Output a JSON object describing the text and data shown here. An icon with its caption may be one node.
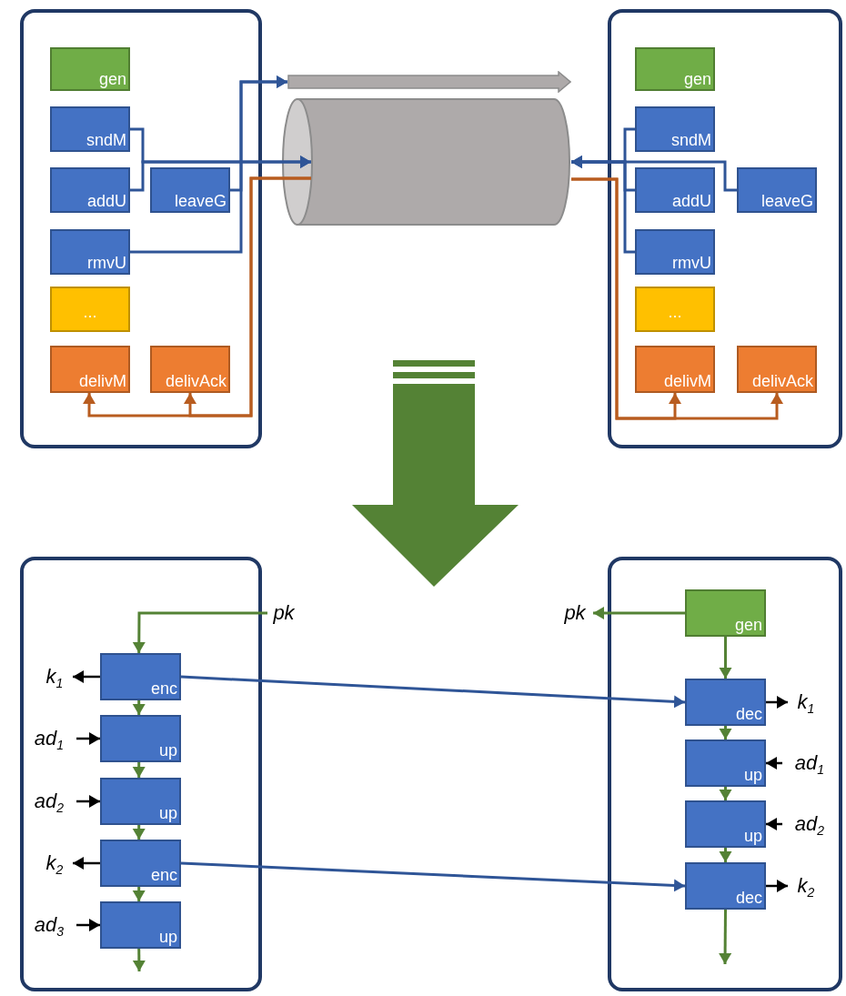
{
  "diagram": {
    "nodes": [
      {
        "text": [],
        "shape": "box"
      },
      {
        "text": [
          "gen"
        ],
        "in": 0
      },
      {
        "text": [
          "sndM"
        ],
        "in": 0
      },
      {
        "text": [
          "addU"
        ],
        "in": 0
      },
      {
        "text": [
          "leaveG"
        ],
        "in": 0
      },
      {
        "text": [
          "rmvU"
        ],
        "in": 0
      },
      {
        "text": [
          "..."
        ],
        "in": 0
      },
      {
        "text": [
          "delivM"
        ],
        "in": 0
      },
      {
        "text": [
          "delivAck"
        ],
        "in": 0
      },
      {
        "text": [],
        "shape": "arrow"
      },
      {
        "text": [],
        "shape": "cylinder"
      },
      {
        "text": [],
        "shape": "box"
      },
      {
        "text": [
          "gen"
        ],
        "in": 11
      },
      {
        "text": [
          "sndM"
        ],
        "in": 11
      },
      {
        "text": [
          "addU"
        ],
        "in": 11
      },
      {
        "text": [
          "leaveG"
        ],
        "in": 11
      },
      {
        "text": [
          "rmvU"
        ],
        "in": 11
      },
      {
        "text": [
          "..."
        ],
        "in": 11
      },
      {
        "text": [
          "delivM"
        ],
        "in": 11
      },
      {
        "text": [
          "delivAck"
        ],
        "in": 11
      },
      {
        "text": [],
        "shape": "box"
      },
      {
        "text": [
          "pk"
        ]
      },
      {
        "text": [
          "k$_{1}$"
        ],
        "in": 20
      },
      {
        "text": [
          "enc"
        ],
        "in": 20
      },
      {
        "text": [
          "ad$_{1}$"
        ],
        "in": 20
      },
      {
        "text": [
          "up"
        ],
        "in": 20
      },
      {
        "text": [
          "ad$_{2}$"
        ],
        "in": 20
      },
      {
        "text": [
          "up"
        ],
        "in": 20
      },
      {
        "text": [
          "k$_{2}$"
        ],
        "in": 20
      },
      {
        "text": [
          "enc"
        ],
        "in": 20
      },
      {
        "text": [
          "ad$_{3}$"
        ],
        "in": 20
      },
      {
        "text": [
          "up"
        ],
        "in": 20
      },
      {
        "text": [],
        "shape": "box"
      },
      {
        "text": [
          "pk"
        ]
      },
      {
        "text": [
          "gen"
        ],
        "in": 32
      },
      {
        "text": [
          "dec"
        ],
        "in": 32
      },
      {
        "text": [
          "k$_{1}$"
        ],
        "in": 32
      },
      {
        "text": [
          "up"
        ],
        "in": 32
      },
      {
        "text": [
          "ad$_{1}$"
        ],
        "in": 32
      },
      {
        "text": [
          "up"
        ],
        "in": 32
      },
      {
        "text": [
          "ad$_{2}$"
        ],
        "in": 32
      },
      {
        "text": [
          "dec"
        ],
        "in": 32
      },
      {
        "text": [
          "k$_{2}$"
        ],
        "in": 32
      }
    ],
    "edges": [
      {
        "from": 2,
        "to": 10,
        "arrow": "to",
        "color": "#2f5597"
      },
      {
        "from": 3,
        "to": 10,
        "arrow": "to",
        "color": "#2f5597"
      },
      {
        "from": 4,
        "to": 9,
        "arrow": "to",
        "color": "#2f5597"
      },
      {
        "from": 5,
        "to": 9,
        "arrow": "to",
        "color": "#2f5597"
      },
      {
        "from": 10,
        "to": 7,
        "arrow": "to",
        "color": "#b85c1f"
      },
      {
        "from": 10,
        "to": 8,
        "arrow": "to",
        "color": "#b85c1f"
      },
      {
        "from": 13,
        "to": 10,
        "arrow": "to",
        "color": "#2f5597"
      },
      {
        "from": 14,
        "to": 10,
        "arrow": "to",
        "color": "#2f5597"
      },
      {
        "from": 16,
        "to": 10,
        "arrow": "to",
        "color": "#2f5597"
      },
      {
        "from": 15,
        "to": 10,
        "arrow": "to",
        "color": "#2f5597"
      },
      {
        "from": 10,
        "to": 18,
        "arrow": "to",
        "color": "#b85c1f"
      },
      {
        "from": 10,
        "to": 19,
        "arrow": "to",
        "color": "#b85c1f"
      },
      {
        "from": 21,
        "to": 23,
        "arrow": "to",
        "color": "#548235"
      },
      {
        "from": 23,
        "to": 25,
        "arrow": "to",
        "color": "#548235"
      },
      {
        "from": 25,
        "to": 27,
        "arrow": "to",
        "color": "#548235"
      },
      {
        "from": 27,
        "to": 29,
        "arrow": "to",
        "color": "#548235"
      },
      {
        "from": 29,
        "to": 31,
        "arrow": "to",
        "color": "#548235"
      },
      {
        "from": 31,
        "to": null,
        "arrow": "to",
        "color": "#548235"
      },
      {
        "from": 23,
        "to": 22,
        "arrow": "to",
        "color": "#000000"
      },
      {
        "from": 24,
        "to": 25,
        "arrow": "to",
        "color": "#000000"
      },
      {
        "from": 26,
        "to": 27,
        "arrow": "to",
        "color": "#000000"
      },
      {
        "from": 29,
        "to": 28,
        "arrow": "to",
        "color": "#000000"
      },
      {
        "from": 30,
        "to": 31,
        "arrow": "to",
        "color": "#000000"
      },
      {
        "from": 23,
        "to": 35,
        "arrow": "to",
        "color": "#2f5597"
      },
      {
        "from": 29,
        "to": 41,
        "arrow": "to",
        "color": "#2f5597"
      },
      {
        "from": 34,
        "to": 33,
        "arrow": "to",
        "color": "#548235"
      },
      {
        "from": 34,
        "to": 35,
        "arrow": "to",
        "color": "#548235"
      },
      {
        "from": 35,
        "to": 37,
        "arrow": "to",
        "color": "#548235"
      },
      {
        "from": 37,
        "to": 39,
        "arrow": "to",
        "color": "#548235"
      },
      {
        "from": 39,
        "to": 41,
        "arrow": "to",
        "color": "#548235"
      },
      {
        "from": 41,
        "to": null,
        "arrow": "to",
        "color": "#548235"
      },
      {
        "from": 35,
        "to": 36,
        "arrow": "to",
        "color": "#000000"
      },
      {
        "from": 38,
        "to": 37,
        "arrow": "to",
        "color": "#000000"
      },
      {
        "from": 40,
        "to": 39,
        "arrow": "to",
        "color": "#000000"
      },
      {
        "from": 41,
        "to": 42,
        "arrow": "to",
        "color": "#000000"
      }
    ]
  }
}
